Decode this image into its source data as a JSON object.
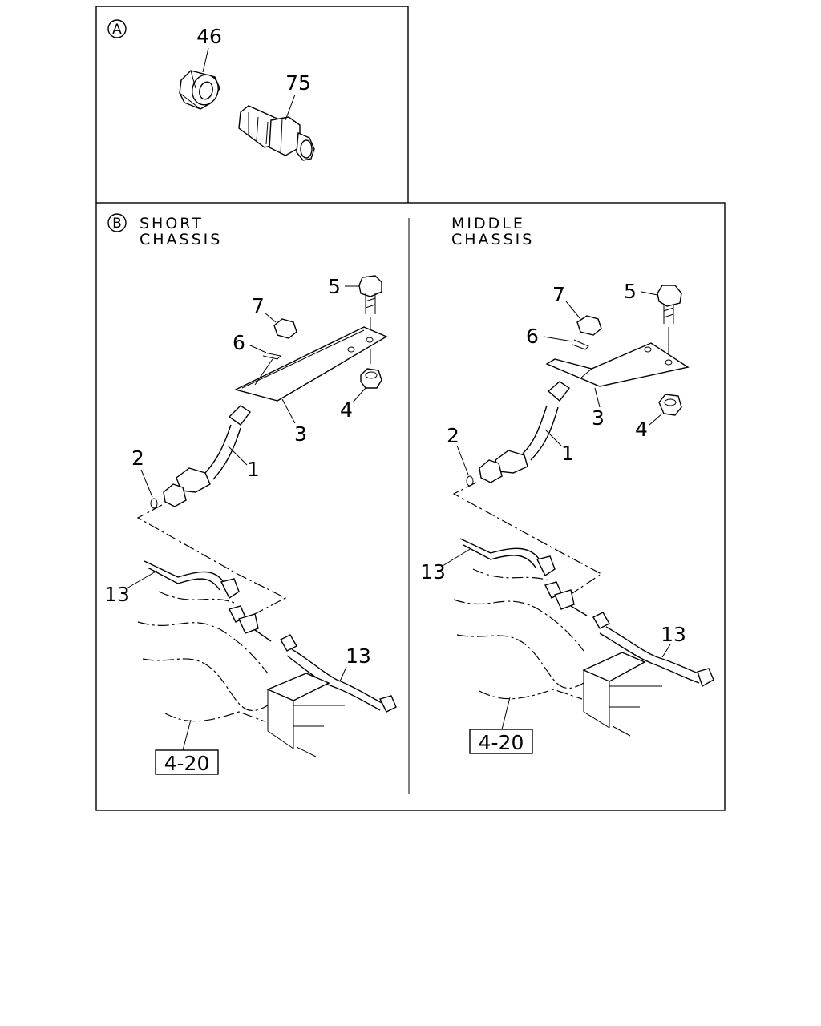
{
  "section_a": {
    "marker": "A",
    "callouts": {
      "nut": "46",
      "connector": "75"
    }
  },
  "section_b": {
    "marker": "B",
    "left": {
      "heading_line1": "SHORT",
      "heading_line2": "CHASSIS",
      "callouts": {
        "hose": "1",
        "o_ring": "2",
        "bracket": "3",
        "nut_lower": "4",
        "bolt": "5",
        "clip": "6",
        "nut_upper": "7",
        "pipe_a": "13",
        "pipe_b": "13"
      },
      "reference": "4-20"
    },
    "right": {
      "heading_line1": "MIDDLE",
      "heading_line2": "CHASSIS",
      "callouts": {
        "hose": "1",
        "o_ring": "2",
        "bracket": "3",
        "nut_lower": "4",
        "bolt": "5",
        "clip": "6",
        "nut_upper": "7",
        "pipe_a": "13",
        "pipe_b": "13"
      },
      "reference": "4-20"
    }
  }
}
